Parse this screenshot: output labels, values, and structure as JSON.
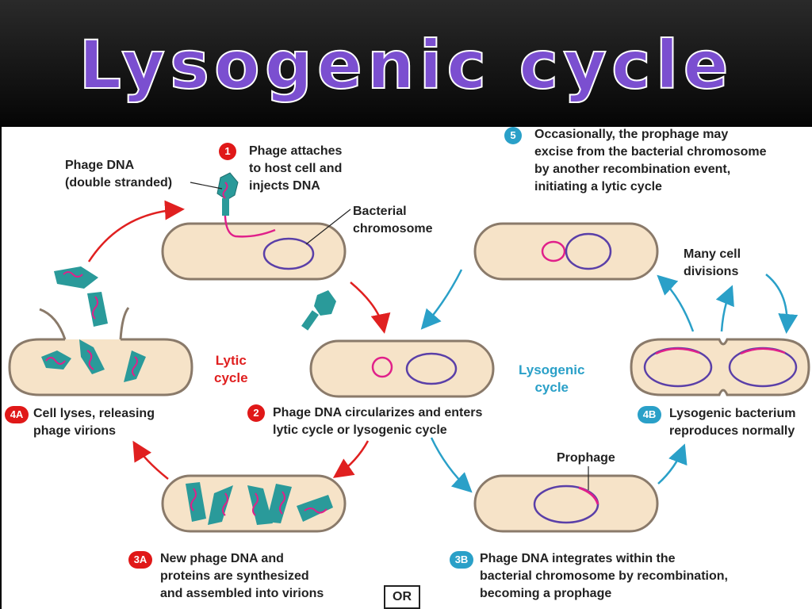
{
  "title": "Lysogenic cycle",
  "colors": {
    "cell_fill": "#f6e3c8",
    "cell_border": "#8a7a6a",
    "chromosome": "#5a3fa8",
    "phage_dna": "#e0208a",
    "phage_body": "#2a9a9a",
    "lytic_arrow": "#e02020",
    "lysogenic_arrow": "#2aa0c8",
    "title_color": "#7b4fd0"
  },
  "labels": {
    "phage_dna": "Phage DNA\n(double stranded)",
    "bacterial_chromosome": "Bacterial\nchromosome",
    "prophage": "Prophage",
    "many_cell_divisions": "Many cell\ndivisions",
    "lytic_cycle": "Lytic\ncycle",
    "lysogenic_cycle": "Lysogenic\ncycle",
    "or": "OR"
  },
  "steps": {
    "s1": {
      "num": "1",
      "text": "Phage attaches\nto host cell and\ninjects DNA"
    },
    "s2": {
      "num": "2",
      "text": "Phage DNA circularizes and enters\nlytic cycle or lysogenic cycle"
    },
    "s3a": {
      "num": "3A",
      "text": "New phage DNA and\nproteins are synthesized\nand assembled into virions"
    },
    "s3b": {
      "num": "3B",
      "text": "Phage DNA integrates within the\nbacterial chromosome by recombination,\nbecoming a prophage"
    },
    "s4a": {
      "num": "4A",
      "text": "Cell lyses, releasing\nphage virions"
    },
    "s4b": {
      "num": "4B",
      "text": "Lysogenic bacterium\nreproduces normally"
    },
    "s5": {
      "num": "5",
      "text": "Occasionally, the prophage may\nexcise from the bacterial chromosome\nby another recombination event,\ninitiating a lytic cycle"
    }
  }
}
